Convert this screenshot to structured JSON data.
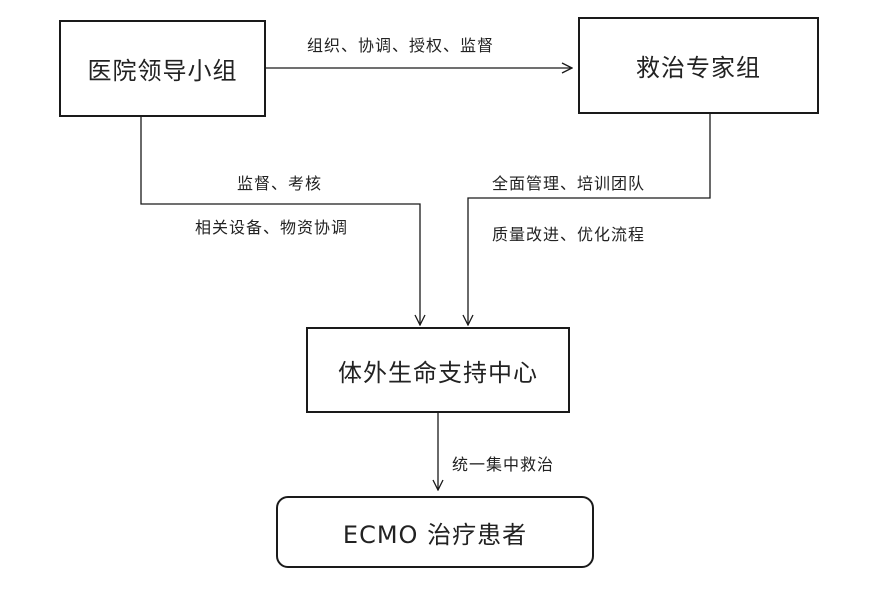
{
  "nodes": {
    "leadership": "医院领导小组",
    "expert_group": "救治专家组",
    "ecls_center": "体外生命支持中心",
    "patients": "ECMO 治疗患者"
  },
  "edge_labels": {
    "leadership_to_expert": "组织、协调、授权、监督",
    "supervise_assess": "监督、考核",
    "equipment_coordination": "相关设备、物资协调",
    "full_management": "全面管理、培训团队",
    "quality_improvement": "质量改进、优化流程",
    "unified_treatment": "统一集中救治"
  }
}
